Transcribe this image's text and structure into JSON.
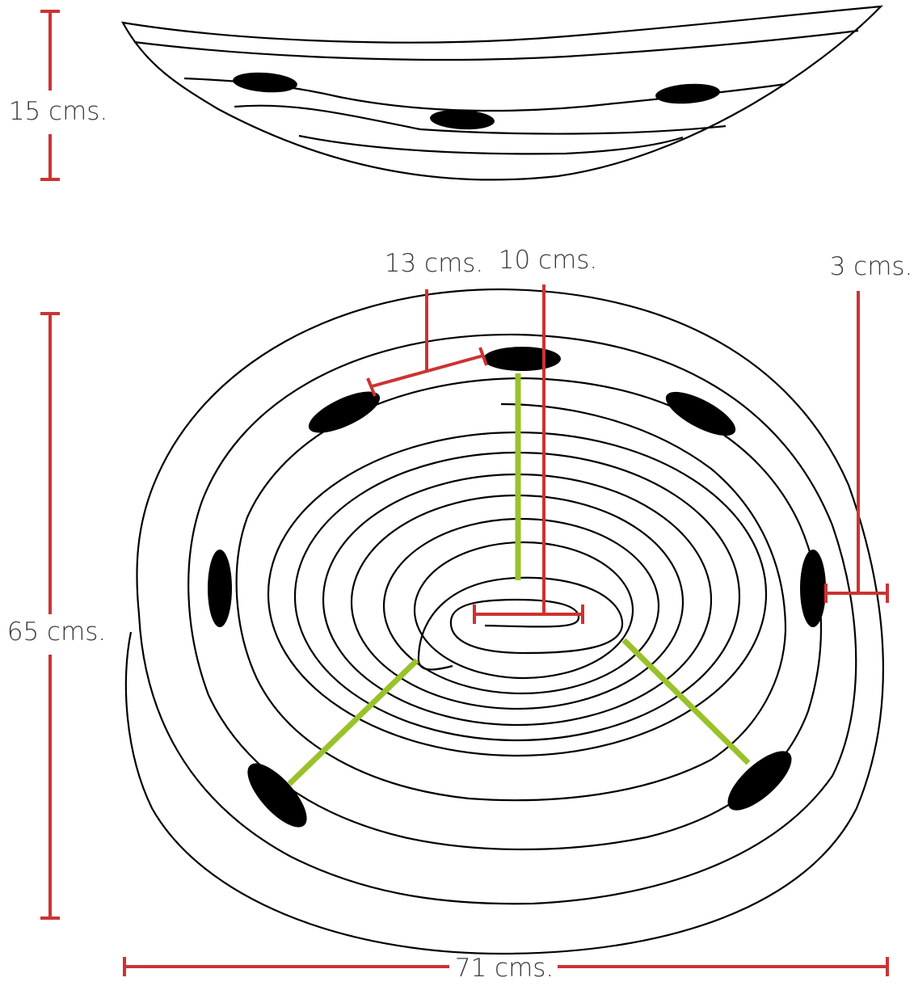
{
  "colors": {
    "dimension": "#cc3333",
    "spoke": "#99c22a",
    "outline": "#000000",
    "label": "#3a3a3a"
  },
  "labels": {
    "height": "15 cms.",
    "hole_spacing": "13 cms.",
    "center_length": "10 cms.",
    "ring_gap": "3 cms.",
    "depth": "65 cms.",
    "width": "71 cms."
  },
  "views": {
    "side": "side-view",
    "top": "top-view"
  }
}
